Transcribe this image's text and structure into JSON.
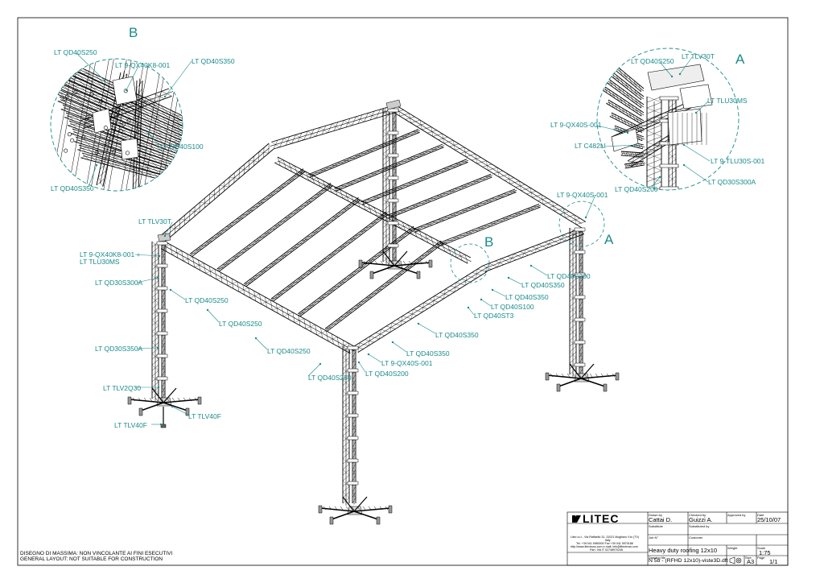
{
  "callouts": {
    "detail_b_letter": "B",
    "detail_a_letter": "A",
    "main_b_letter": "B",
    "main_a_letter": "A"
  },
  "labels_detail_b": [
    "LT QD40S250",
    "LT 9-QX40K8-001",
    "LT QD40S350",
    "LT QD40S100",
    "LT QD40S350"
  ],
  "labels_detail_a": [
    "LT TLV30T",
    "LT QD40S250",
    "LT TLU30MS",
    "LT 9-QX40S-001",
    "LT C482LI",
    "LT 9-TLU30S-001",
    "LT QD40S200",
    "LT QD30S300A"
  ],
  "labels_main": [
    "LT 9-QX40S-001",
    "LT TLV30T",
    "LT 9-QX40K8-001 +",
    "LT TLU30MS",
    "LT QD30S300A",
    "LT QD40S250",
    "LT QD40S250",
    "LT QD40S250",
    "LT QD30S350A",
    "LT QD40S250",
    "LT TLV2Q30",
    "LT TLV40F",
    "LT TLV40F",
    "LT QD40S200",
    "LT QD40S350",
    "LT QD40S350",
    "LT QD40S100",
    "LT QD40ST3",
    "LT QD40S350",
    "LT QD40S350",
    "LT 9-QX40S-001",
    "LT QD40S200"
  ],
  "disclaimer": {
    "line1": "DISEGNO DI MASSIMA: NON VINCOLANTE AI FINI ESECUTIVI",
    "line2": "GENERAL LAYOUT: NOT SUITABLE FOR CONSTRUCTION"
  },
  "title_block": {
    "logo": "LITEC",
    "address1": "Litec s.r.l., Via Raffaello 31, 31021 Mogliano V.to (TV)",
    "address2": "Italy",
    "address3": "Tel. +39 041 5980000  Fax +39 041 5970186",
    "address4": "http://www.litectruss.com  e-mail: info@litectruss.com",
    "address5": "Part. IVA IT 02748970246",
    "drawn_by_h": "Drawn by",
    "drawn_by": "Cattai D.",
    "checked_by_h": "Checked by",
    "checked_by": "Guizzi A.",
    "approved_by_h": "Approved by",
    "date_h": "Date",
    "date": "25/10/07",
    "substitute_h": "Substitute",
    "substituted_by_h": "Substituted by",
    "job_h": "Job N°",
    "customer_h": "Customer",
    "title": "Heavy duty roofing 12x10",
    "weight_h": "Weight",
    "scale_h": "Scale",
    "scale": "1:75",
    "file_h": "Drawing file",
    "file": "N 5b - (RFHD 12x10)-viste3D.dft",
    "size_h": "Size",
    "size": "A3",
    "page_h": "Page",
    "page": "1/1"
  }
}
